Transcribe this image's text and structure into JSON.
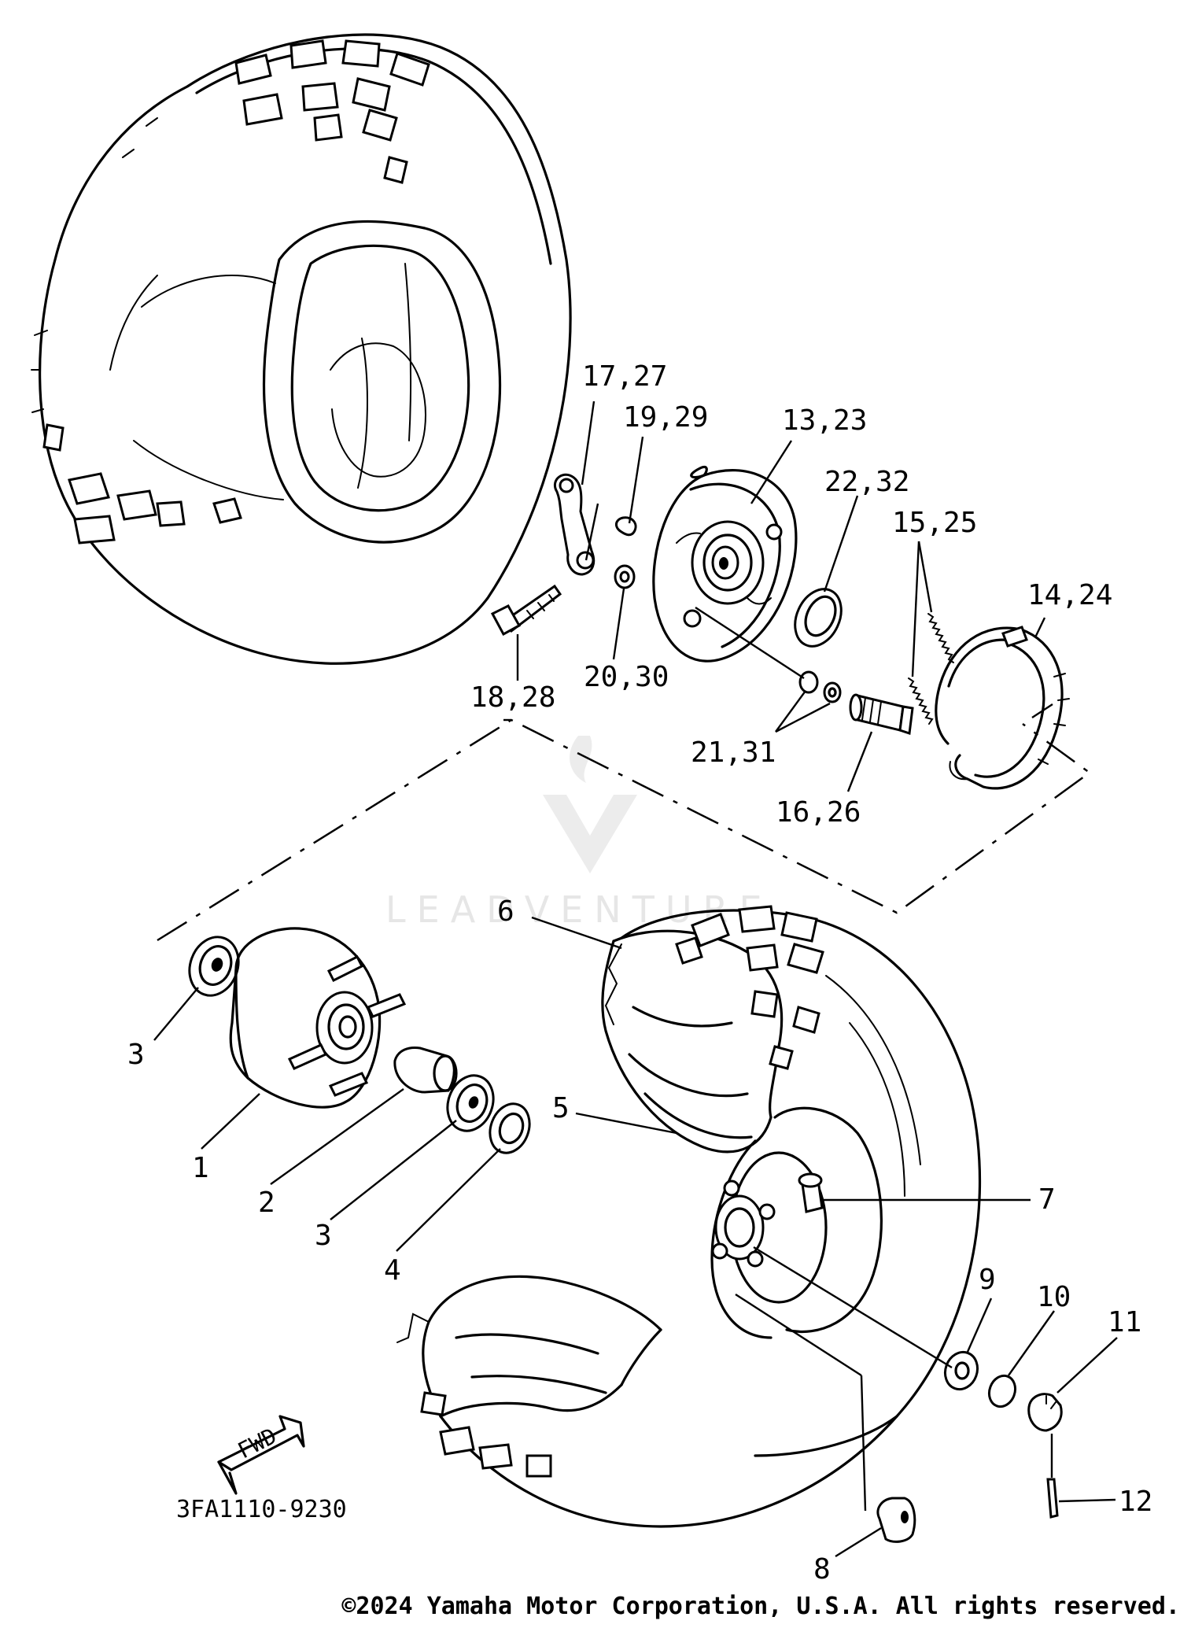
{
  "watermark": "LEADVENTURE",
  "diagram_code": "3FA1110-9230",
  "fwd_label": "FWD",
  "copyright": "©2024 Yamaha Motor Corporation, U.S.A. All rights reserved.",
  "callouts": {
    "c1": "1",
    "c2": "2",
    "c3a": "3",
    "c3b": "3",
    "c4": "4",
    "c5": "5",
    "c6": "6",
    "c7": "7",
    "c8": "8",
    "c9": "9",
    "c10": "10",
    "c11": "11",
    "c12": "12",
    "c13_23": "13,23",
    "c14_24": "14,24",
    "c15_25": "15,25",
    "c16_26": "16,26",
    "c17_27": "17,27",
    "c18_28": "18,28",
    "c19_29": "19,29",
    "c20_30": "20,30",
    "c21_31": "21,31",
    "c22_32": "22,32"
  }
}
